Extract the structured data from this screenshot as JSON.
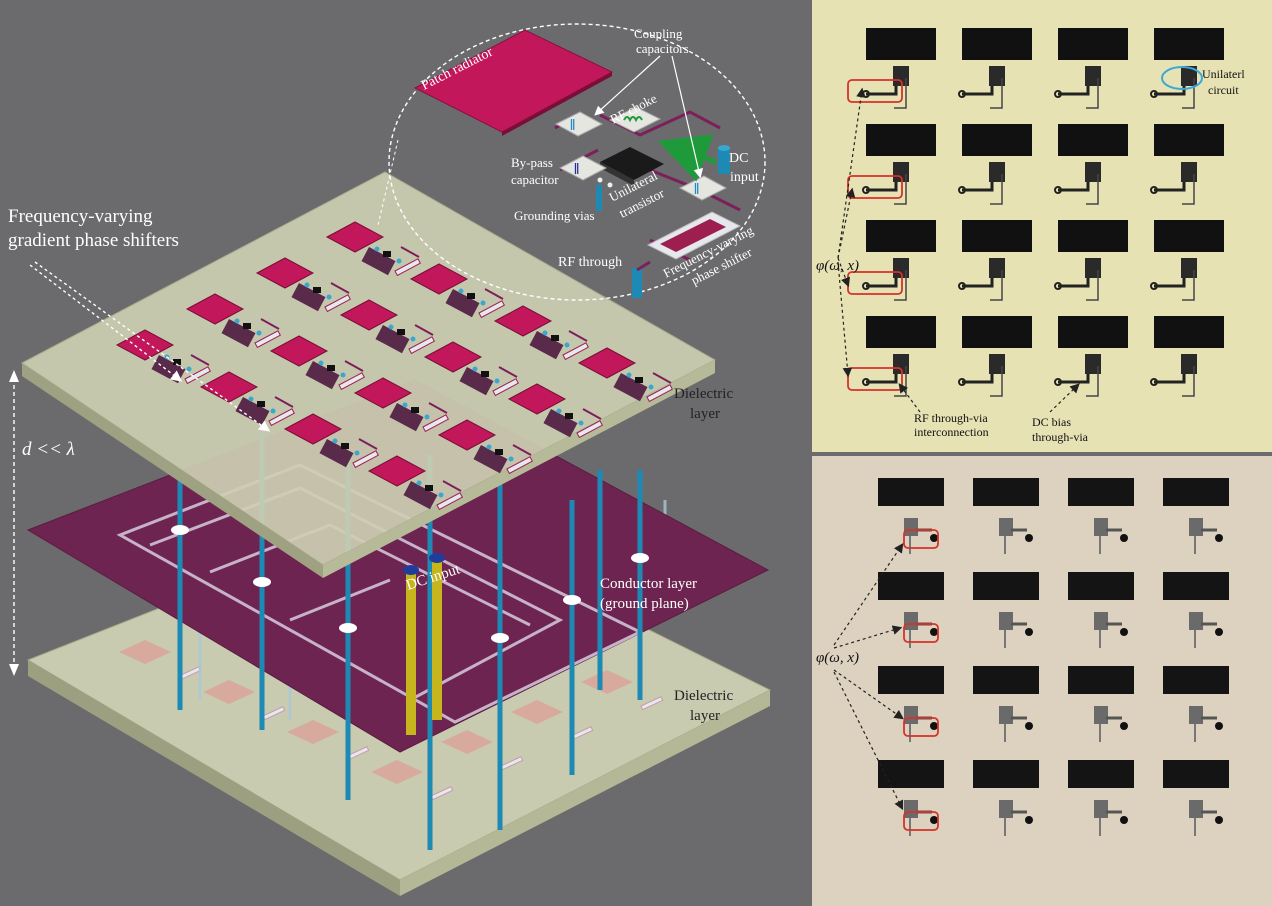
{
  "schematic": {
    "phase_shifters_line1": "Frequency-varying",
    "phase_shifters_line2": "gradient phase shifters",
    "spacing": "d << λ",
    "dielectric_top_line1": "Dielectric",
    "dielectric_top_line2": "layer",
    "dielectric_bottom_line1": "Dielectric",
    "dielectric_bottom_line2": "layer",
    "conductor_line1": "Conductor layer",
    "conductor_line2": "(ground plane)",
    "dc_input": "DC input"
  },
  "inset": {
    "patch": "Patch radiator",
    "coupling_line1": "Coupling",
    "coupling_line2": "capacitors",
    "rf_choke": "RF choke",
    "bypass_line1": "By-pass",
    "bypass_line2": "capacitor",
    "dc_input_line1": "DC",
    "dc_input_line2": "input",
    "unilateral_line1": "Unilateral",
    "unilateral_line2": "transistor",
    "grounding": "Grounding vias",
    "rf_through": "RF through",
    "fv_line1": "Frequency-varying",
    "fv_line2": "phase shifter"
  },
  "photo_top": {
    "unilateral_line1": "Unilaterl",
    "unilateral_line2": "circuit",
    "phi": "φ(ω, x)",
    "rf_via_line1": "RF through-via",
    "rf_via_line2": "interconnection",
    "dc_via_line1": "DC bias",
    "dc_via_line2": "through-via"
  },
  "photo_bottom": {
    "phi": "φ(ω, x)"
  },
  "colors": {
    "background": "#6b6b6d",
    "patch": "#c2185b",
    "ground_plane": "#6e2450",
    "dielectric": "#c9cbb0",
    "via": "#1d8ab5",
    "dc_pin": "#c7b51e",
    "photo_top_bg": "#e6e2b4",
    "photo_bottom_bg": "#ddd2c0",
    "highlight": "#d8312a"
  }
}
